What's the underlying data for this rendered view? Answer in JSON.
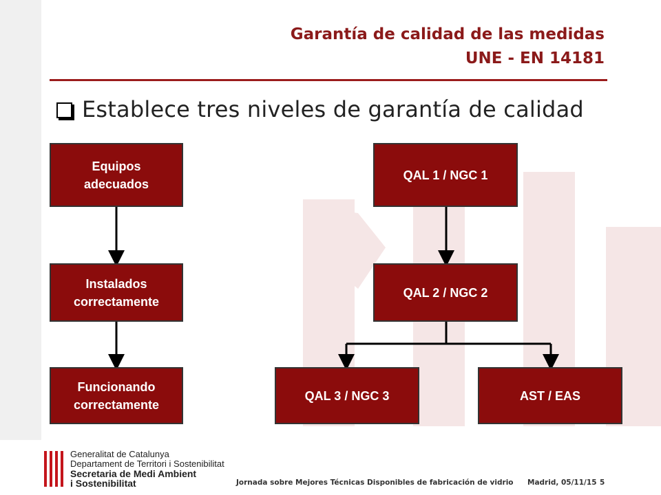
{
  "slide": {
    "title_line1": "Garantía de calidad de las medidas",
    "title_line2": "UNE - EN 14181",
    "bullet": "Establece tres niveles de garantía de calidad"
  },
  "left_chain": [
    {
      "label": "Equipos adecuados"
    },
    {
      "label": "Instalados correctamente"
    },
    {
      "label": "Funcionando correctamente"
    }
  ],
  "right_tree": {
    "top": "QAL 1 / NGC 1",
    "middle": "QAL 2 / NGC 2",
    "bottom_left": "QAL 3 / NGC 3",
    "bottom_right": "AST / EAS"
  },
  "footer": {
    "logo_lines": [
      "Generalitat de Catalunya",
      "Departament de Territori i Sostenibilitat",
      "Secretaria de Medi Ambient",
      "i Sostenibilitat"
    ],
    "event": "Jornada sobre Mejores Técnicas Disponibles de fabricación de vidrio",
    "date": "Madrid, 05/11/15",
    "page": "5"
  },
  "colors": {
    "box_fill": "#8b0c0c",
    "title": "#8b1a1a",
    "watermark": "#e9c9c9"
  }
}
